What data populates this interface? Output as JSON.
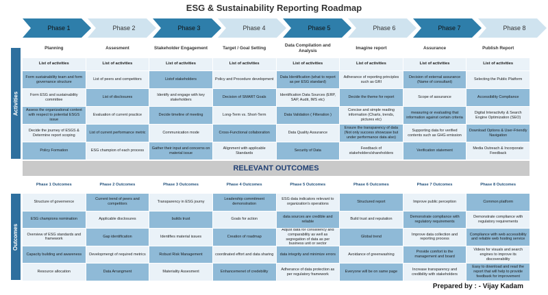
{
  "title": "ESG & Sustainability Reporting Roadmap",
  "phases": [
    "Phase 1",
    "Phase 2",
    "Phase 3",
    "Phase 4",
    "Phase 5",
    "Phase 6",
    "Phase 7",
    "Phase 8"
  ],
  "bands": {
    "activities": "Activities",
    "outcomes": "Outcomes"
  },
  "headers": [
    "Planning",
    "Assesment",
    "Stakeholder Engagement",
    "Target / Goal Setting",
    "Data Compilation and Analysis",
    "Imagine report",
    "Assurance",
    "Publish Report"
  ],
  "list_label": "List of activities",
  "activities": [
    [
      "Form sustainability team and form governance structure",
      "List of peers and competitors",
      "Listof stakeholders",
      "Policy and Procedure development",
      "Data Identification (what to report as per ESG standard)",
      "Adherance of reporting principles such as GRI",
      "Decision of external assurance (Name of consultant)",
      "Selecting the Public Platform"
    ],
    [
      "Form ESG and sustainability committee",
      "List of disclosures",
      "Identify and engage with key stakeholders",
      "Decision of SMART Goals",
      "Identification Data Sources (ERP, SAP, Audit, IMS etc)",
      "Decide the theme for report",
      "Scope of assurance",
      "Accessibility Compliance"
    ],
    [
      "Assess the organizational context with respect to potential ESGS issue",
      "Evaluation of current practice",
      "Decide timeline of meeting",
      "Long-Term vs. Short-Term",
      "Data Validation ( Filteration )",
      "Concise and simple reading information (Charts, trends, pictures etc)",
      "measuring or evaluating that information against certain criteria",
      "Digital Interactivity & Search Engine Optimization (SEO)"
    ],
    [
      "Decide the journey of ESGS & Determine report scoping",
      "List of current performance metric",
      "Communication mode",
      "Cross-Functional collaboration",
      "Data Quality Assurance",
      "Ensure the transparency of data (Not only success showcase but under performance data also)",
      "Supporting data for verified contents such as GHG emission",
      "Download Options & User-Friendly Navigation"
    ],
    [
      "Policy Formation",
      "ESG champion of each process",
      "Gather their input and concerns on material issue",
      "Alignment with applicable Standards",
      "Security of Data",
      "Feedback of stakeholders/shareholders",
      "Verification statement",
      "Media Outreach & Incorporate Feedback"
    ]
  ],
  "relevant_outcomes": "RELEVANT OUTCOMES",
  "outcome_headers": [
    "Phase 1 Outcomes",
    "Phase 2 Outcomes",
    "Phase 3 Outcomes",
    "Phase 4 Outcomes",
    "Phase 5 Outcomes",
    "Phase 6 Outcomes",
    "Phase 7 Outcomes",
    "Phase 8 Outcomes"
  ],
  "outcomes": [
    [
      "Structure of governence",
      "Current trend of peers and competitors",
      "Transparency in ESG journy",
      "Leadership commitment demonstration",
      "ESG data indicators relevant to organization's operations",
      "Structured report",
      "Improve public perception",
      "Common platform"
    ],
    [
      "ESG champions nomination",
      "Applicable disclosures",
      "builds trust",
      "Goals for action",
      "data sources are credible and reliable",
      "Build trust and reputation",
      "Demonstrate compliance with regulatory requirements",
      "Demonstrate compliance with regulatory requirements"
    ],
    [
      "Overview of ESG standards and framework",
      "Gap identification",
      "Identifies material issues",
      "Creation of roadmap",
      "Adjust data for consistency and comparability as well as segregation of data as per business unit or sector",
      "Global trend",
      "Improve data collection and reporting process",
      "Compliance with web accessibility and reliable web hosting service"
    ],
    [
      "Capacity building and awareness",
      "Developmengt of required metrics",
      "Robust Risk Management",
      "coordinated effort and data sharing",
      "data integrity and minimize errors",
      "Avoidance of greenwashing",
      "Provide comfort to the management and board",
      "Videos for visuals and search engines to improve its discoverability"
    ],
    [
      "Resource allocation",
      "Data Arrangment",
      "Materiality Assesment",
      "Enhancemenet of credebility",
      "Adherance of data protection as per regulatory framework",
      "Everyone will be on same page",
      "Increase transparency and credibility with stakeholders",
      "Easy to download and read the report that will help to provide feedbaxk for improvement"
    ]
  ],
  "footer": "Prepared by : - Vijay Kadam",
  "colors": {
    "phase_dark": "#2e7eaa",
    "phase_light": "#cfe3ef",
    "cell_light": "#eaf2f8",
    "cell_dark": "#8fbad7",
    "band": "#2e6f9e",
    "outcomes_bar": "#c9c9c9"
  }
}
